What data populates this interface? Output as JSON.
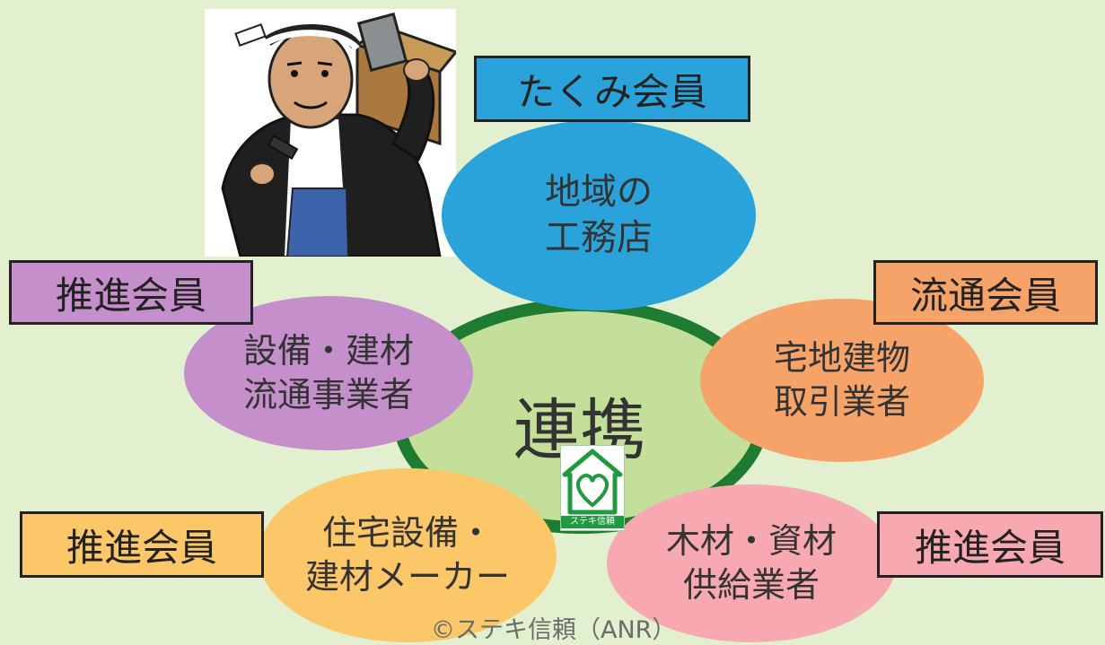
{
  "center": {
    "label": "連携"
  },
  "nodes": [
    {
      "key": "builder",
      "text": "地域の\n工務店",
      "tag": "たくみ会員",
      "fill": "#29a3da",
      "tag_fill": "#29a3da"
    },
    {
      "key": "distributor",
      "text": "設備・建材\n流通事業者",
      "tag": "推進会員",
      "fill": "#c48fcb",
      "tag_fill": "#c48fcb"
    },
    {
      "key": "realestate",
      "text": "宅地建物\n取引業者",
      "tag": "流通会員",
      "fill": "#f6a36a",
      "tag_fill": "#f6a36a"
    },
    {
      "key": "maker",
      "text": "住宅設備・\n建材メーカー",
      "tag": "推進会員",
      "fill": "#fbc768",
      "tag_fill": "#fbc768"
    },
    {
      "key": "timber",
      "text": "木材・資材\n供給業者",
      "tag": "推進会員",
      "fill": "#f7a8b0",
      "tag_fill": "#f7a8b0"
    }
  ],
  "logo": {
    "text": "ステキ信頼",
    "color": "#1f9a3e"
  },
  "copyright": "©ステキ信頼（ANR）"
}
